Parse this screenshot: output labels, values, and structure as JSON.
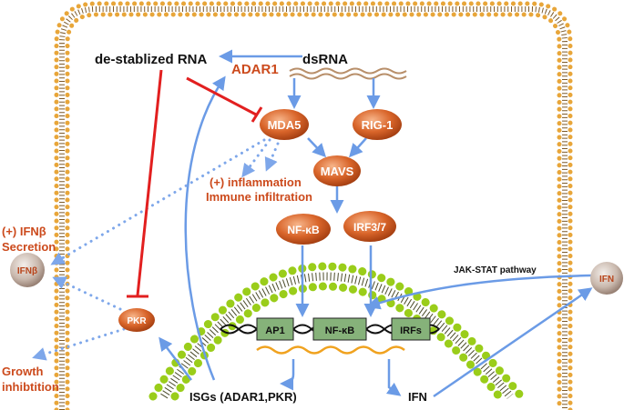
{
  "labels": {
    "dsrna": "dsRNA",
    "destabilized_rna": "de-stablized RNA",
    "adar1": "ADAR1",
    "inflammation_line1": "(+) inflammation",
    "inflammation_line2": "Immune infiltration",
    "ifnb_secretion_line1": "(+) IFNβ",
    "ifnb_secretion_line2": "Secretion",
    "growth_line1": "Growth",
    "growth_line2": "inhibtition",
    "isgs": "ISGs (ADAR1,PKR)",
    "ifn_out": "IFN",
    "jak_stat": "JAK-STAT  pathway"
  },
  "nodes": {
    "mda5": "MDA5",
    "rig1": "RIG-1",
    "mavs": "MAVS",
    "nfkb": "NF-κB",
    "irf37": "IRF3/7",
    "ifnb": "IFNβ",
    "pkr": "PKR",
    "ifn": "IFN"
  },
  "dna_boxes": {
    "ap1": "AP1",
    "nfkb": "NF-κB",
    "irfs": "IRFs"
  },
  "colors": {
    "membrane_bead": "#e8a63a",
    "membrane_stroke": "#b77716",
    "nuclear_bead": "#9acd1a",
    "node_fill": "#d6621e",
    "node_text": "#ffffff",
    "arrow_blue": "#6b9be6",
    "inhibit_red": "#e21f1f",
    "label_orange": "#cc4a1c",
    "box_green": "#86b27a",
    "mrna_orange": "#f0a21f"
  }
}
